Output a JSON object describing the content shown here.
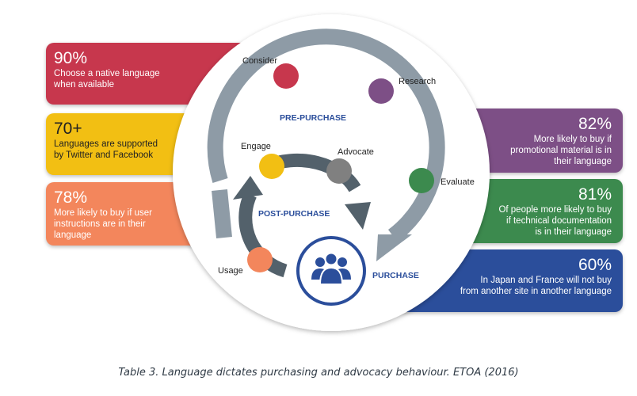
{
  "stats": {
    "s90": {
      "value": "90%",
      "text_lines": [
        "Choose a native language",
        "when available"
      ],
      "color": "#c7374d"
    },
    "s70": {
      "value": "70+",
      "text_lines": [
        "Languages are supported",
        "by Twitter and Facebook"
      ],
      "color": "#f2bf13"
    },
    "s78": {
      "value": "78%",
      "text_lines": [
        "More likely to buy if user",
        "instructions are in their",
        "language"
      ],
      "color": "#f3865c"
    },
    "s82": {
      "value": "82%",
      "text_lines": [
        "More likely to buy if",
        "promotional material is in",
        "their language"
      ],
      "color": "#7d4f86"
    },
    "s81": {
      "value": "81%",
      "text_lines": [
        "Of people more likely to buy",
        "if technical documentation",
        "is in their language"
      ],
      "color": "#3c8a4e"
    },
    "s60": {
      "value": "60%",
      "text_lines": [
        "In Japan and France will not buy",
        "from another site in another language"
      ],
      "color": "#2b4e9b"
    }
  },
  "cycle": {
    "pre_purchase": "PRE-PURCHASE",
    "post_purchase": "POST-PURCHASE",
    "purchase": "PURCHASE",
    "stages": {
      "consider": "Consider",
      "research": "Research",
      "evaluate": "Evaluate",
      "engage": "Engage",
      "advocate": "Advocate",
      "usage": "Usage"
    },
    "stage_colors": {
      "consider": "#c7374d",
      "research": "#7d4f86",
      "evaluate": "#3c8a4e",
      "engage": "#f2bf13",
      "advocate": "#808080",
      "usage": "#f3865c"
    },
    "arrow_color": "#8e9ba6",
    "inner_arrow_color": "#53616b",
    "label_color": "#2b4e9b",
    "purchase_icon": "people-group-icon"
  },
  "caption": "Table 3. Language dictates purchasing and advocacy behaviour. ETOA (2016)"
}
